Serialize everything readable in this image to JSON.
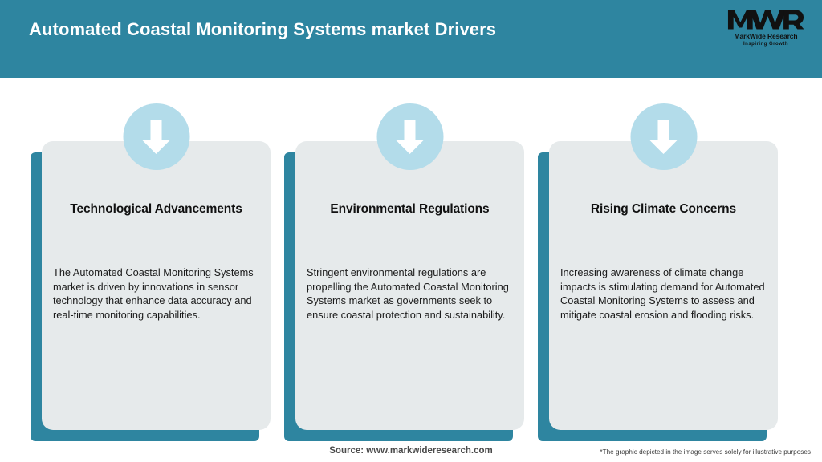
{
  "header": {
    "title": "Automated Coastal Monitoring Systems market Drivers",
    "background_color": "#2e85a0",
    "title_color": "#ffffff"
  },
  "logo": {
    "mark_text": "MWR",
    "name": "MarkWide Research",
    "tagline": "Inspiring Growth"
  },
  "theme": {
    "teal": "#2e85a0",
    "card_background": "#e6eaeb",
    "badge_blue": "#b3dcea",
    "page_background": "#ffffff"
  },
  "cards": [
    {
      "icon": "down-arrow-icon",
      "title": "Technological Advancements",
      "body": "The Automated Coastal Monitoring Systems market is driven by innovations in sensor technology that enhance data accuracy and real-time monitoring capabilities."
    },
    {
      "icon": "down-arrow-icon",
      "title": "Environmental Regulations",
      "body": "Stringent environmental regulations are propelling the Automated Coastal Monitoring Systems market as governments seek to ensure coastal protection and sustainability."
    },
    {
      "icon": "down-arrow-icon",
      "title": "Rising Climate Concerns",
      "body": "Increasing awareness of climate change impacts is stimulating demand for Automated Coastal Monitoring Systems to assess and mitigate coastal erosion and flooding risks."
    }
  ],
  "footer": {
    "source": "Source: www.markwideresearch.com",
    "disclaimer": "*The graphic depicted in the image serves solely for illustrative purposes"
  }
}
